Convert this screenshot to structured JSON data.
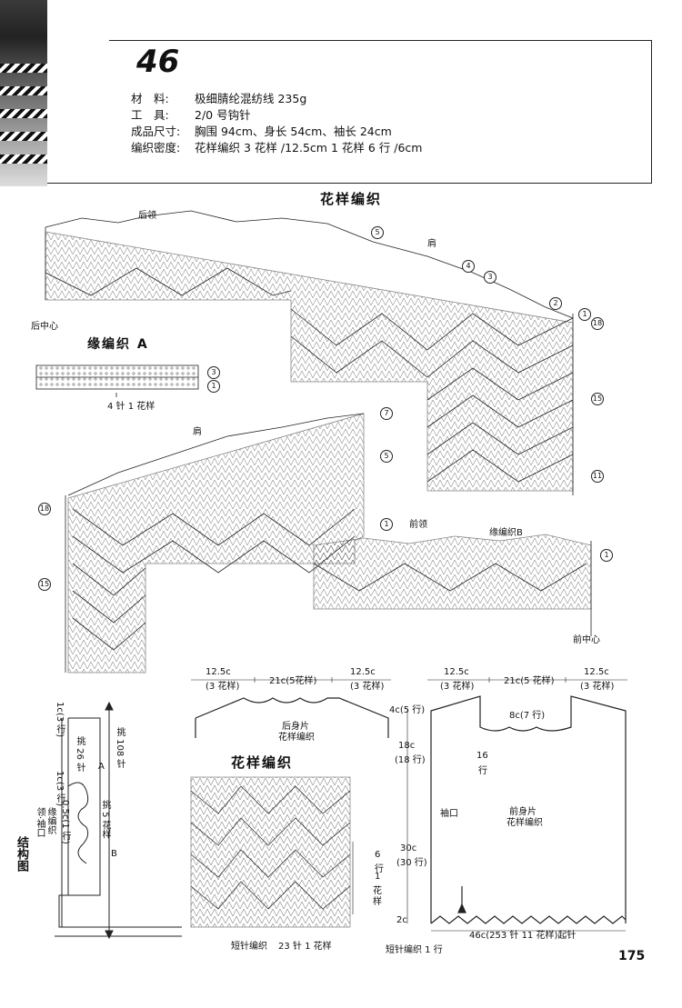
{
  "pattern": {
    "number": "46",
    "specs": [
      {
        "label": "材　料:",
        "value": "极细腈纶混纺线 235g"
      },
      {
        "label": "工　具:",
        "value": "2/0 号钩针"
      },
      {
        "label": "成品尺寸:",
        "value": "胸围 94cm、身长 54cm、袖长 24cm"
      },
      {
        "label": "编织密度:",
        "value": "花样编织  3 花样 /12.5cm   1 花样 6 行 /6cm"
      }
    ]
  },
  "chart_main": {
    "title": "花样编织",
    "back_neck": "后领",
    "shoulder_top": "肩",
    "back_center": "后中心",
    "shoulder_left": "肩",
    "front_neck": "前领",
    "edging_b": "缘编织B",
    "front_center": "前中心",
    "rows": [
      "5",
      "4",
      "3",
      "2",
      "1",
      "18",
      "15",
      "11",
      "7",
      "5",
      "1",
      "18",
      "15",
      "1"
    ]
  },
  "edging_a": {
    "title": "缘编织 A",
    "rows": [
      "3",
      "1"
    ],
    "repeat": "4 针 1 花样"
  },
  "schematic_back": {
    "dims_top": [
      "12.5c",
      "21c(5花样)",
      "12.5c"
    ],
    "dims_top_sub": [
      "(3 花样)",
      "",
      "(3 花样)"
    ],
    "label": "后身片",
    "sublabel": "花样编织",
    "left_dims": [
      "4c(5 行)",
      "18c",
      "(18 行)",
      "30c",
      "(30 行)",
      "2c"
    ]
  },
  "schematic_front": {
    "dims_top": [
      "12.5c",
      "21c(5 花样)",
      "12.5c"
    ],
    "dims_top_sub": [
      "(3 花样)",
      "",
      "(3 花样)"
    ],
    "neck": "8c(7 行)",
    "side": "16",
    "side_rows": "行",
    "armhole": "袖口",
    "label": "前身片",
    "sublabel": "花样编织",
    "bottom": "46c(253 针 11 花样)起针",
    "cast_on": "短针编织 1 行",
    "pattern_rows": [
      "6",
      "行",
      "1",
      "花",
      "样"
    ]
  },
  "structure": {
    "title": "结构图",
    "sub1": "领·袖口",
    "sub2": "缘编织",
    "dims": [
      "1c(3 行)",
      "1c(3 行)",
      "0.5c(1 行)"
    ],
    "picks": [
      "挑 108 针",
      "挑 26 针",
      "挑 5 花样"
    ],
    "markers": [
      "A",
      "B"
    ]
  },
  "swatch": {
    "title": "花样编织",
    "bottom_a": "短针编织",
    "bottom_b": "23 针 1 花样"
  },
  "page": "175"
}
